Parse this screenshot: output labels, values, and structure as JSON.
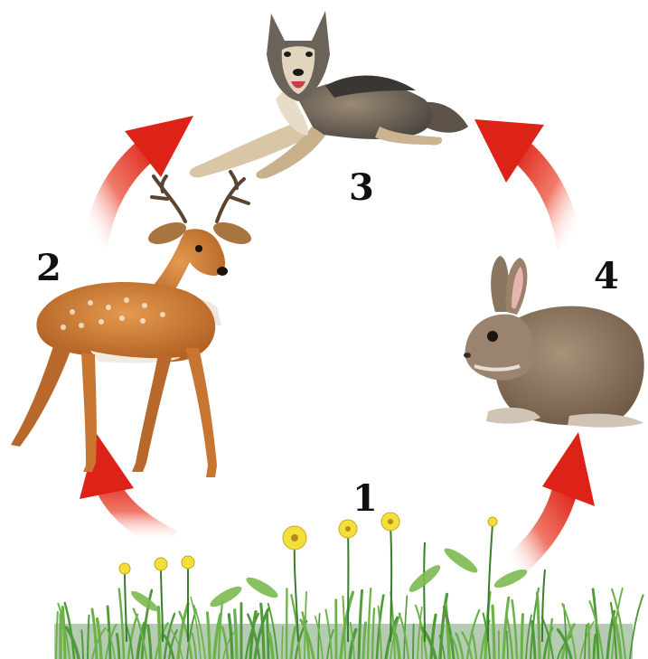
{
  "nodes": [
    {
      "label": "1",
      "organism": "plants"
    },
    {
      "label": "2",
      "organism": "deer"
    },
    {
      "label": "3",
      "organism": "wolf"
    },
    {
      "label": "4",
      "organism": "rabbit"
    }
  ],
  "edges": [
    {
      "from": "1",
      "to": "2"
    },
    {
      "from": "2",
      "to": "3"
    },
    {
      "from": "1",
      "to": "4"
    },
    {
      "from": "4",
      "to": "3"
    }
  ],
  "colors": {
    "arrow": "#e0281c",
    "fur_deer": "#c9772e",
    "fur_wolf": "#6e6a62",
    "fur_rabbit": "#8f7a63",
    "grass": "#4f9a3a",
    "flower": "#f3df3a"
  }
}
